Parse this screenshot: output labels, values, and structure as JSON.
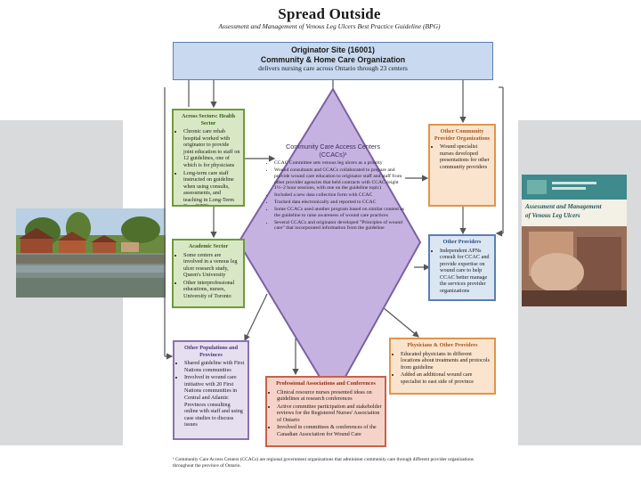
{
  "title": "Spread Outside",
  "subtitle": "Assessment and Management of Venous Leg Ulcers Best Practice Guideline (BPG)",
  "origin": {
    "line1": "Originator Site (16001)",
    "line2": "Community & Home Care Organization",
    "line3": "delivers nursing care across Ontario through 23 centers"
  },
  "ccac": {
    "title": "Community Care Access Centers (CCACs)¹",
    "items": [
      "CCAC Committee sets venous leg ulcers as a priority",
      "Wound consultants and CCACs collaborated to prepare and provide wound care education to originator staff and staff from other provider agencies that held contracts with CCAC (eight 1½–2 hour sessions, with one on the guideline topic)",
      "Included a new data collection form with CCAC",
      "Tracked data electronically and reported to CCAC",
      "Some CCACs used another program based on similar content as the guideline to raise awareness of wound care practices",
      "Several CCACs and originator developed \"Principles of wound care\" that incorporated information from the guideline"
    ]
  },
  "boxes": {
    "health_sector": {
      "heading": "Across Sectors: Health Sector",
      "items": [
        "Chronic care rehab hospital worked with originator to provide joint education to staff on 12 guidelines, one of which is for physicians",
        "Long-term care staff instructed on guideline when using consults, assessments, and teaching in Long-Term Care (LTC)"
      ]
    },
    "academic": {
      "heading": "Academic Sector",
      "items": [
        "Some centers are involved in a venous leg ulcer research study, Queen's University",
        "Other interprofessional educations, nurses, University of Toronto"
      ]
    },
    "other_populations": {
      "heading": "Other Populations and Provinces",
      "items": [
        "Shared guideline with First Nations communities",
        "Involved in wound care initiative with 20 First Nations communities in Central and Atlantic Provinces consulting online with staff and using case studies to discuss issues"
      ]
    },
    "other_community": {
      "heading": "Other Community Provider Organizations",
      "items": [
        "Wound specialist nurses developed presentations for other community providers"
      ]
    },
    "other_providers": {
      "heading": "Other Providers",
      "items": [
        "Independent APNs consult for CCAC and provide expertise on wound care to help CCAC better manage the services provider organizations"
      ]
    },
    "physicians": {
      "heading": "Physicians & Other Providers",
      "items": [
        "Educated physicians in different locations about treatments and protocols from guideline",
        "Added an additional wound care specialist to east side of province"
      ]
    },
    "professional": {
      "heading": "Professional Associations and Conferences",
      "items": [
        "Clinical resource nurses presented ideas on guidelines at research conferences",
        "Active committee participation and stakeholder reviews for the Registered Nurses' Association of Ontario",
        "Involved in committees & conferences of the Canadian Association for Wound Care"
      ]
    }
  },
  "book_cover": {
    "title_line1": "Assessment and Management",
    "title_line2": "of Venous Leg Ulcers"
  },
  "footnote": "¹ Community Care Access Centers (CCACs) are regional government organizations that administer community care through different provider organizations throughout the province of Ontario.",
  "colors": {
    "green": "#6f9a3d",
    "purple": "#8a73ad",
    "orange": "#e0954a",
    "red": "#c8604a",
    "blue": "#5b7fb0"
  }
}
